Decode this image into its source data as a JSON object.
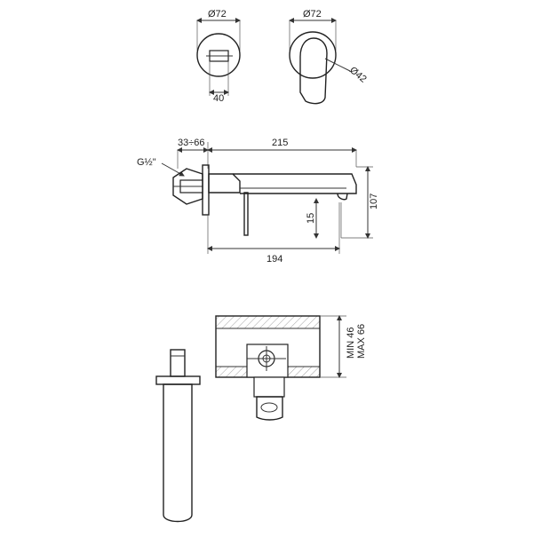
{
  "dimensions": {
    "top_left_diameter": "Ø72",
    "top_left_width": "40",
    "top_right_diameter": "Ø72",
    "top_right_small_diameter": "Ø42",
    "thread": "G½\"",
    "depth_range": "33÷66",
    "spout_length": "215",
    "spout_offset": "194",
    "height": "107",
    "spout_drop": "15",
    "min_depth": "MIN 46",
    "max_depth": "MAX 66"
  }
}
